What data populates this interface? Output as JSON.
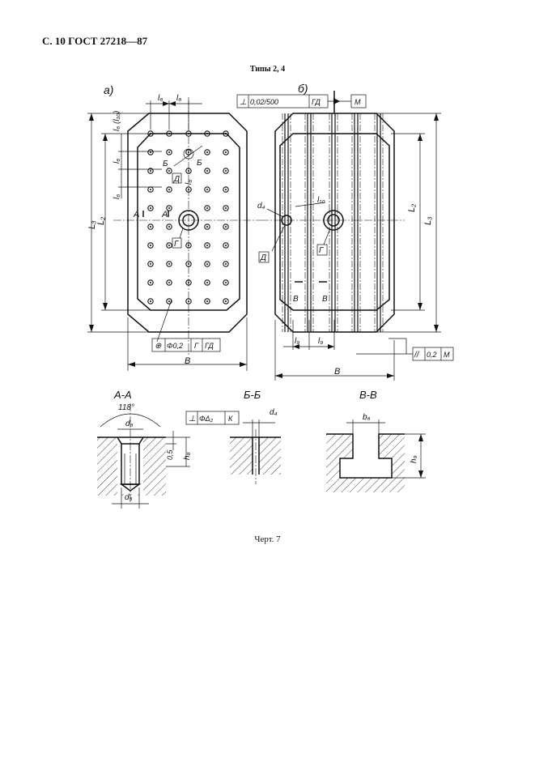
{
  "header": {
    "page_ref": "С. 10 ГОСТ 27218—87"
  },
  "subtitle": "Типы 2, 4",
  "caption": "Черт. 7",
  "view_a": {
    "label": "а)",
    "dims": {
      "l6": "l₆",
      "l6_alt": "l₆ (l₁₀)",
      "l8": "l₈",
      "L2": "L₂",
      "L3": "L₃",
      "B": "B"
    },
    "section_marks": {
      "a": "А",
      "b": "Б"
    },
    "refs": {
      "d": "Д",
      "g": "Г"
    },
    "tolerance_frame": [
      "⊕",
      "Φ0,2",
      "Г",
      "ГД"
    ]
  },
  "view_b": {
    "label": "б)",
    "dims": {
      "d4": "d₄",
      "l10": "l₁₀",
      "l9": "l₉",
      "L2": "L₂",
      "L3": "L₃",
      "B": "B"
    },
    "section_mark": "В",
    "refs": {
      "d": "Д",
      "g": "Г",
      "m": "М"
    },
    "tolerance_frame_top": [
      "⊥",
      "0,02/500",
      "ГД"
    ],
    "tolerance_frame_bottom": [
      "//",
      "0,2",
      "М"
    ]
  },
  "section_aa": {
    "title": "А-А",
    "dims": {
      "angle": "118°",
      "d6": "d₆",
      "d5": "d₅",
      "h05": "0,5",
      "h8": "h₈"
    }
  },
  "section_bb": {
    "title": "Б-Б",
    "dims": {
      "d4": "d₄"
    },
    "tolerance_frame": [
      "⊥",
      "ΦΔ₂",
      "К"
    ]
  },
  "section_vv": {
    "title": "В-В",
    "dims": {
      "b6": "b₆",
      "h9": "h₉"
    }
  }
}
